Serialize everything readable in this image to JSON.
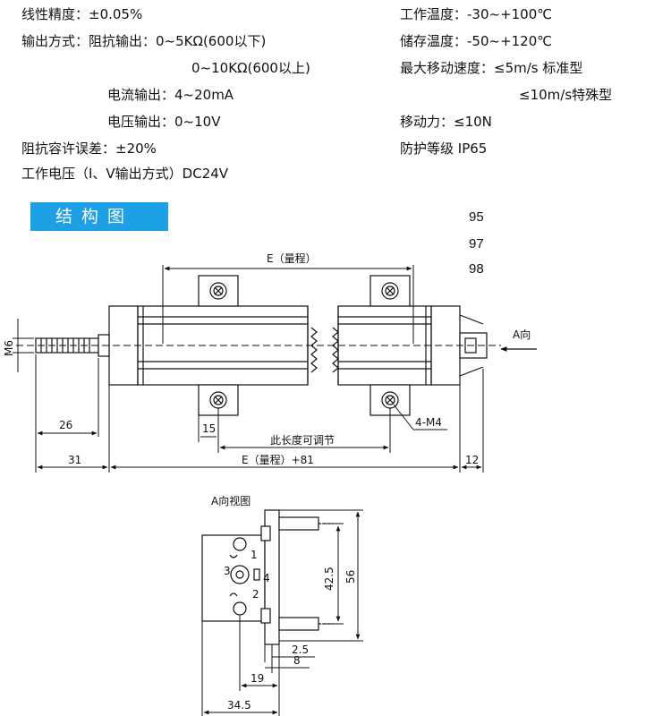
{
  "specs": {
    "linearity": "线性精度：±0.05%",
    "output_mode_label": "输出方式：阻抗输出：0~5KΩ(600以下)",
    "output_mode_line2": "0~10KΩ(600以上)",
    "current_output": "电流输出：4~20mA",
    "voltage_output": "电压输出：0~10V",
    "impedance_tolerance": "阻抗容许误差：±20%",
    "working_voltage": "工作电压（I、V输出方式）DC24V",
    "working_temp": "工作温度：-30~+100℃",
    "storage_temp": "储存温度：-50~+120℃",
    "max_speed": "最大移动速度：≤5m/s 标准型",
    "max_speed_2": "≤10m/s特殊型",
    "moving_force": "移动力：≤10N",
    "protection": "防护等级 IP65"
  },
  "section_title": "结构图",
  "model_codes": [
    "95",
    "97",
    "98"
  ],
  "drawing": {
    "range_label": "E（量程）",
    "thread_label": "M6",
    "direction_label": "A向",
    "dim_26": "26",
    "dim_15": "15",
    "adjustable_label": "此长度可调节",
    "screw_label": "4-M4",
    "dim_31": "31",
    "total_label": "E（量程）+81",
    "dim_12": "12"
  },
  "view_a": {
    "title": "A向视图",
    "pin_1": "1",
    "pin_2": "2",
    "pin_3": "3",
    "pin_4": "4",
    "dim_42_5": "42.5",
    "dim_56": "56",
    "dim_2_5": "2.5",
    "dim_8": "8",
    "dim_19": "19",
    "dim_34_5": "34.5"
  }
}
